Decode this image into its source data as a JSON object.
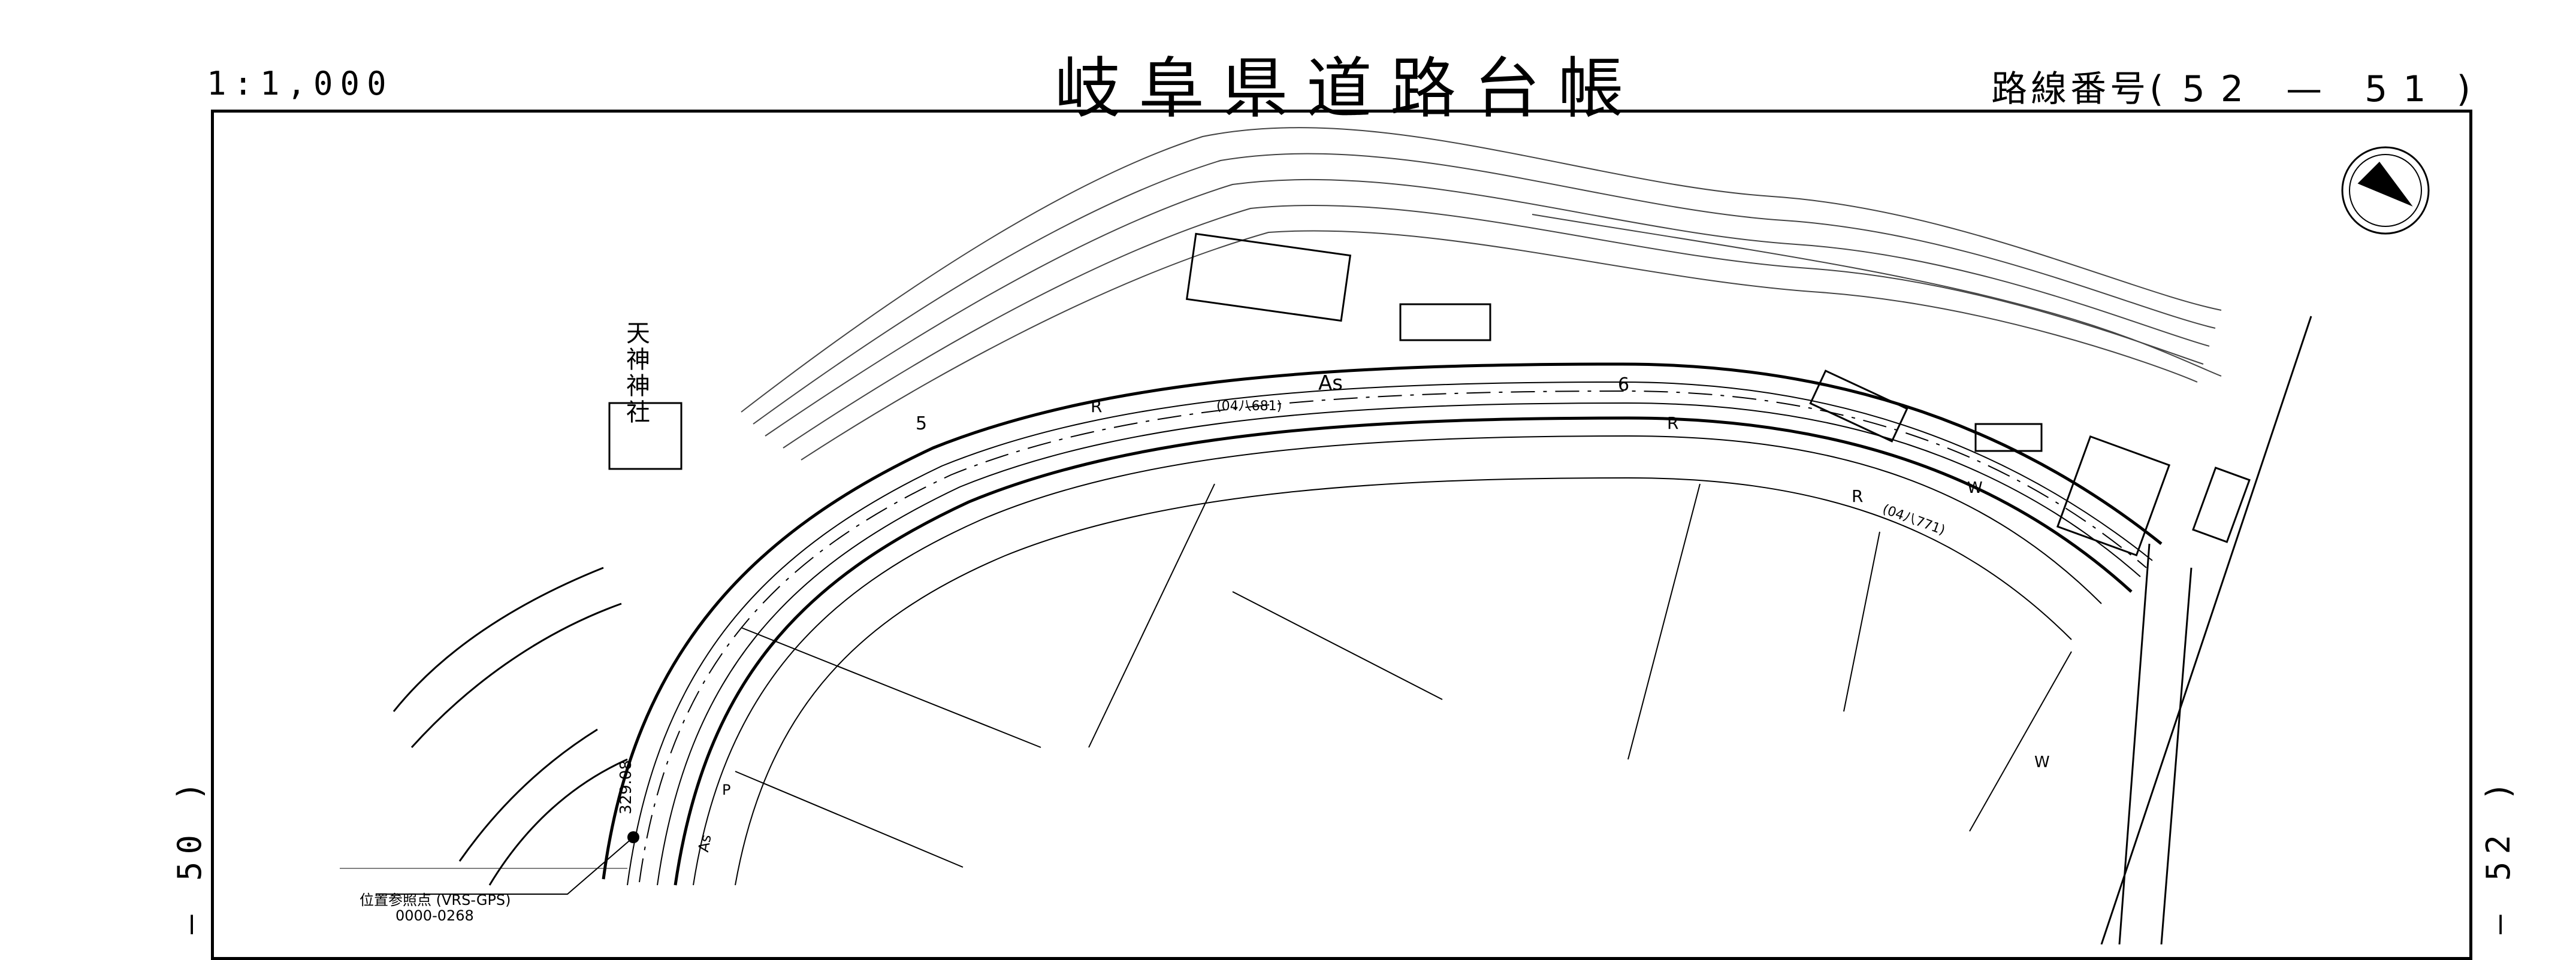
{
  "sheet": {
    "title": "岐阜県道路台帳",
    "scale": "1:1,000",
    "route_label": "路線番号(",
    "route_value": "52 — 51",
    "route_close": ")",
    "left_adjacent": "— 50 )",
    "right_adjacent": "— 52 )"
  },
  "map": {
    "shrine_name": "天神神社",
    "surface_label": "As",
    "surface_label_small": "As",
    "station_5": "5",
    "station_6": "6",
    "r_marks": [
      "R",
      "R",
      "R"
    ],
    "ledger_ref_1": "(04八681)",
    "ledger_ref_2": "(04八771)",
    "elevation": "329.08",
    "reference_point_label": "位置参照点 (VRS-GPS)",
    "reference_point_code": "0000-0268",
    "landuse_w1": "W",
    "landuse_w2": "W",
    "parking_p": "P"
  },
  "north_arrow": {
    "icon": "north-arrow-icon"
  }
}
